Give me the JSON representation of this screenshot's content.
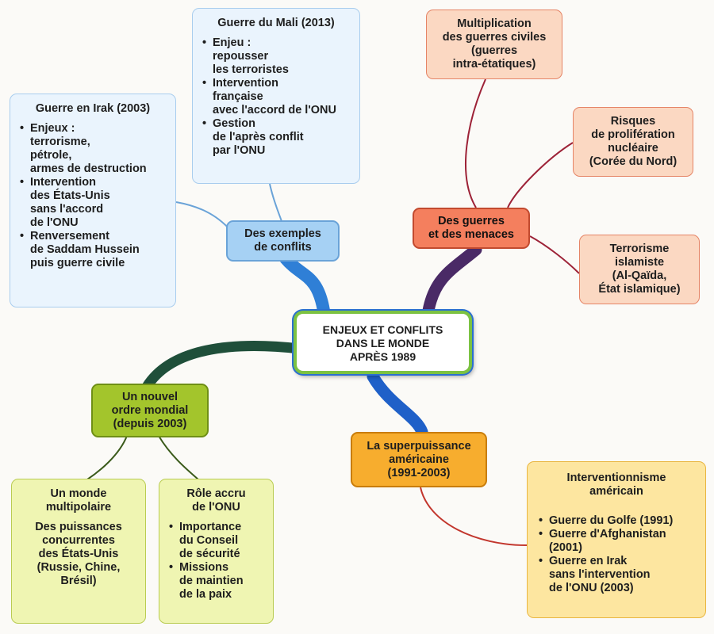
{
  "center": {
    "lines": [
      "ENJEUX ET CONFLITS",
      "DANS LE MONDE",
      "APRÈS 1989"
    ]
  },
  "hubs": {
    "exemples": {
      "lines": [
        "Des exemples",
        "de conflits"
      ]
    },
    "guerres": {
      "lines": [
        "Des guerres",
        "et des menaces"
      ]
    },
    "ordre": {
      "lines": [
        "Un nouvel",
        "ordre mondial",
        "(depuis 2003)"
      ]
    },
    "superpuissance": {
      "lines": [
        "La superpuissance",
        "américaine",
        "(1991-2003)"
      ]
    }
  },
  "leaves": {
    "mali": {
      "title": "Guerre du Mali (2013)",
      "bullets": [
        [
          "Enjeu :",
          "repousser",
          "les terroristes"
        ],
        [
          "Intervention",
          "française",
          "avec l'accord de l'ONU"
        ],
        [
          "Gestion",
          "de l'après conflit",
          "par l'ONU"
        ]
      ]
    },
    "irak": {
      "title": "Guerre en Irak (2003)",
      "bullets": [
        [
          "Enjeux :",
          "terrorisme,",
          "pétrole,",
          "armes de destruction"
        ],
        [
          "Intervention",
          "des États-Unis",
          "sans l'accord",
          "de l'ONU"
        ],
        [
          "Renversement",
          "de Saddam Hussein",
          "puis guerre civile"
        ]
      ]
    },
    "civiles": {
      "lines": [
        "Multiplication",
        "des guerres civiles",
        "(guerres",
        "intra-étatiques)"
      ]
    },
    "nucleaire": {
      "lines": [
        "Risques",
        "de prolifération",
        "nucléaire",
        "(Corée du Nord)"
      ]
    },
    "terrorisme": {
      "lines": [
        "Terrorisme",
        "islamiste",
        "(Al-Qaïda,",
        "État islamique)"
      ]
    },
    "multipolaire": {
      "title": [
        "Un monde",
        "multipolaire"
      ],
      "body": [
        "Des puissances",
        "concurrentes",
        "des États-Unis",
        "(Russie, Chine,",
        "Brésil)"
      ]
    },
    "onu": {
      "title": [
        "Rôle accru",
        "de l'ONU"
      ],
      "bullets": [
        [
          "Importance",
          "du Conseil",
          "de sécurité"
        ],
        [
          "Missions",
          "de maintien",
          "de la paix"
        ]
      ]
    },
    "intervention": {
      "title": [
        "Interventionnisme",
        "américain"
      ],
      "bullets": [
        [
          "Guerre du Golfe (1991)"
        ],
        [
          "Guerre d'Afghanistan",
          "(2001)"
        ],
        [
          "Guerre en Irak",
          "sans l'intervention",
          "de l'ONU (2003)"
        ]
      ]
    }
  }
}
